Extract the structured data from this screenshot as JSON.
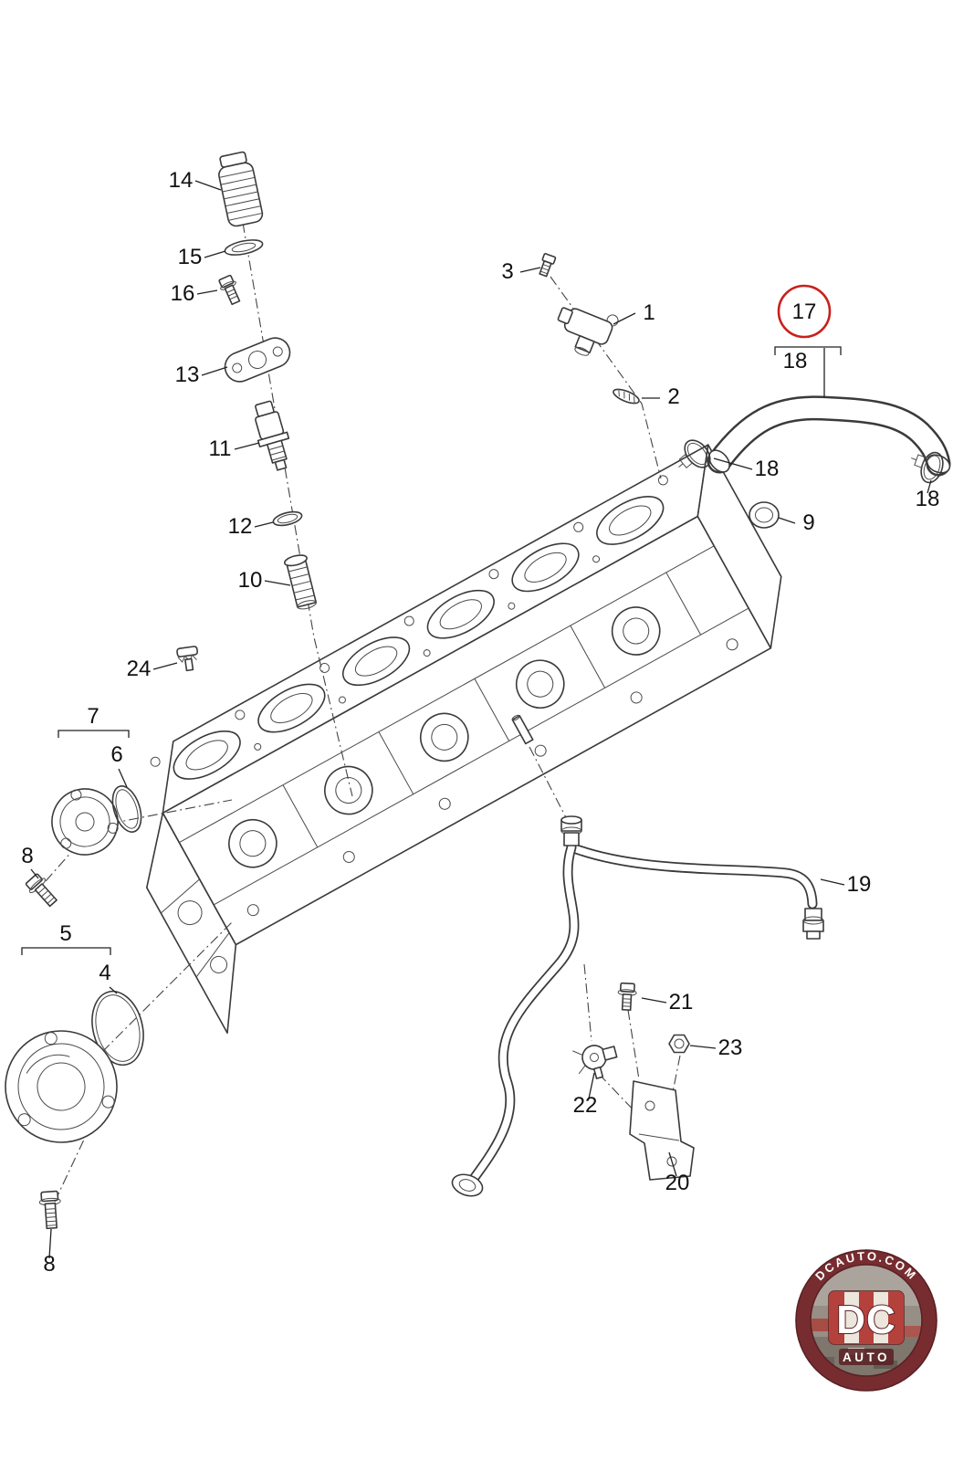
{
  "page": {
    "background": "#ffffff"
  },
  "diagram": {
    "type": "exploded-parts-diagram",
    "subject": "engine-cylinder-head",
    "callouts": [
      {
        "label": "14"
      },
      {
        "label": "15"
      },
      {
        "label": "16"
      },
      {
        "label": "13"
      },
      {
        "label": "11"
      },
      {
        "label": "12"
      },
      {
        "label": "10"
      },
      {
        "label": "24"
      },
      {
        "label": "7"
      },
      {
        "label": "6"
      },
      {
        "label": "8"
      },
      {
        "label": "5"
      },
      {
        "label": "4"
      },
      {
        "label": "8"
      },
      {
        "label": "3"
      },
      {
        "label": "1"
      },
      {
        "label": "2"
      },
      {
        "label": "17"
      },
      {
        "label": "18"
      },
      {
        "label": "18"
      },
      {
        "label": "18"
      },
      {
        "label": "9"
      },
      {
        "label": "19"
      },
      {
        "label": "21"
      },
      {
        "label": "23"
      },
      {
        "label": "22"
      },
      {
        "label": "20"
      }
    ],
    "highlight": {
      "part": "17",
      "color": "#c9201d"
    }
  },
  "logo": {
    "site": "DCAUTO.COM",
    "initials": "DC",
    "word": "AUTO",
    "ring_color": "#722528",
    "stripe_red": "#b23a35"
  }
}
